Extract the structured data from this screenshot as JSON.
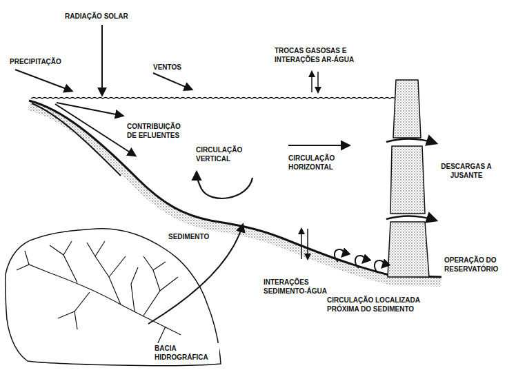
{
  "diagram": {
    "labels": [
      "RADIAÇÃO SOLAR",
      "PRECIPITAÇÃO",
      "VENTOS",
      "TROCAS GASOSAS E INTERAÇÕES AR-ÁGUA",
      "CONTRIBUIÇÃO DE EFLUENTES",
      "CIRCULAÇÃO VERTICAL",
      "CIRCULAÇÃO HORIZONTAL",
      "DESCARGAS A JUSANTE",
      "SEDIMENTO",
      "OPERAÇÃO DO RESERVATÓRIO",
      "INTERAÇÕES SEDIMENTO-ÁGUA",
      "CIRCULAÇÃO LOCALIZADA PRÓXIMA DO SEDIMENTO",
      "BACIA HIDROGRÁFICA"
    ]
  }
}
